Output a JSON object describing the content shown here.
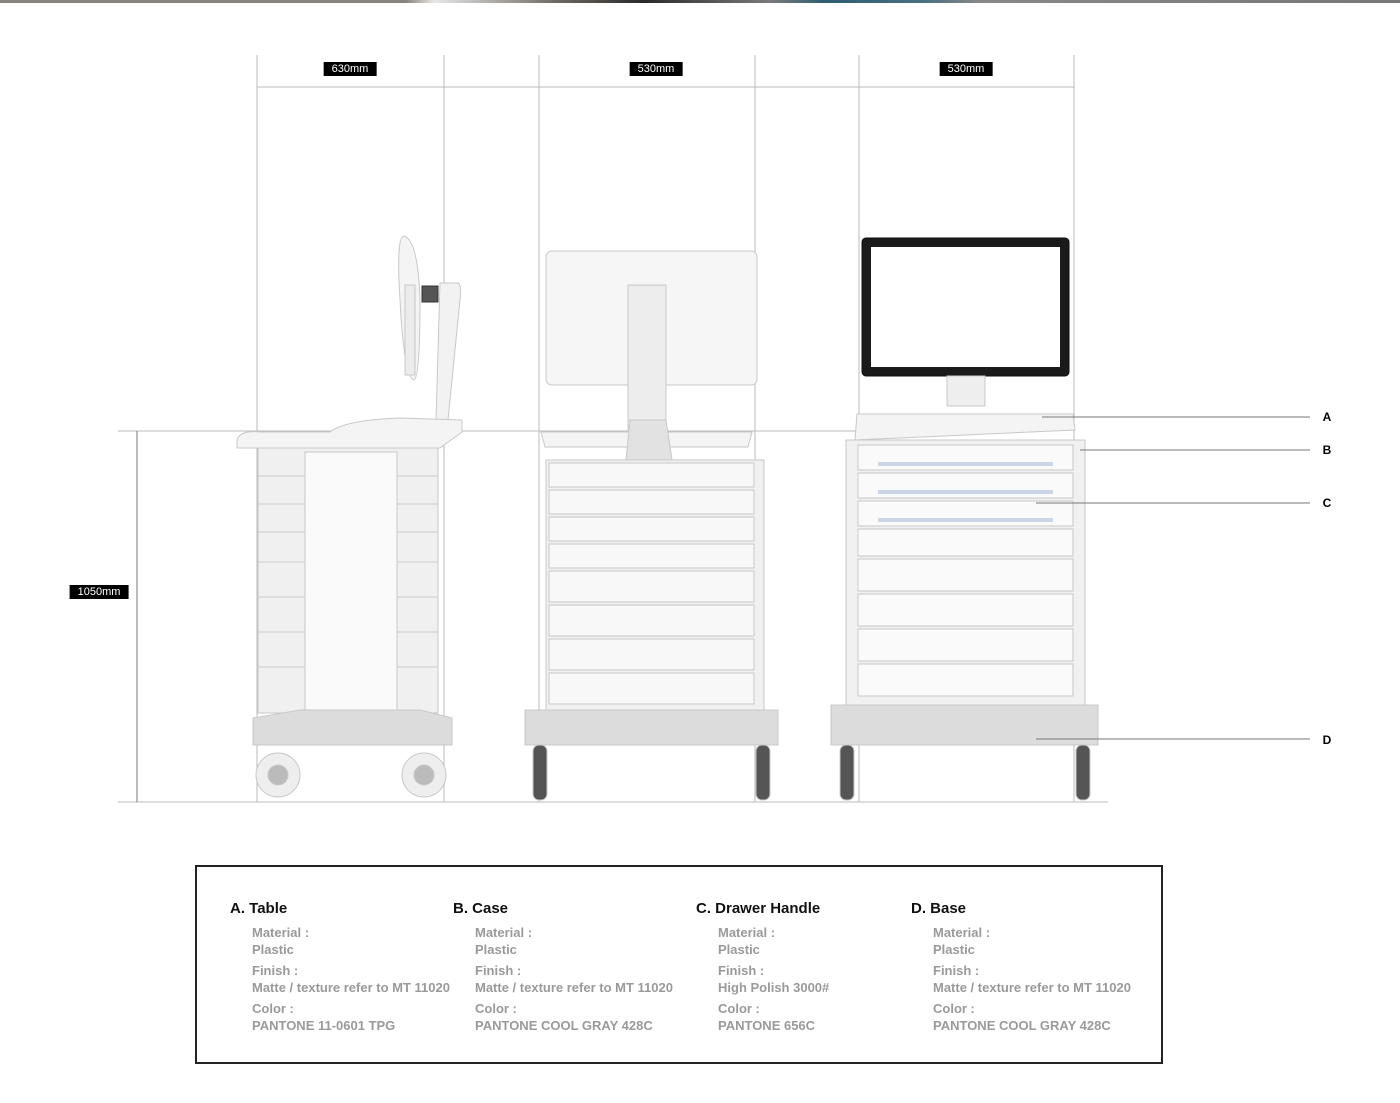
{
  "dimensions": {
    "side_width": "630mm",
    "front_width": "530mm",
    "back_width": "530mm",
    "height": "1050mm"
  },
  "callouts": [
    "A",
    "B",
    "C",
    "D"
  ],
  "colors": {
    "cart_body": "#f2f2f2",
    "cart_outline": "#c8c8c8",
    "base": "#d6d6d6",
    "handle_accent": "#c9d6e8",
    "monitor_bezel": "#1a1a1a"
  },
  "specs": [
    {
      "title": "A. Table",
      "material_label": "Material :",
      "material": "Plastic",
      "finish_label": "Finish :",
      "finish": "Matte / texture refer to MT 11020",
      "color_label": "Color :",
      "color": "PANTONE 11-0601 TPG"
    },
    {
      "title": "B. Case",
      "material_label": "Material :",
      "material": "Plastic",
      "finish_label": "Finish :",
      "finish": "Matte / texture refer to MT 11020",
      "color_label": "Color :",
      "color": "PANTONE COOL GRAY 428C"
    },
    {
      "title": "C. Drawer Handle",
      "material_label": "Material :",
      "material": "Plastic",
      "finish_label": "Finish :",
      "finish": "High Polish 3000#",
      "color_label": "Color :",
      "color": "PANTONE 656C"
    },
    {
      "title": "D. Base",
      "material_label": "Material :",
      "material": "Plastic",
      "finish_label": "Finish :",
      "finish": "Matte / texture refer to MT 11020",
      "color_label": "Color :",
      "color": "PANTONE COOL GRAY 428C"
    }
  ]
}
